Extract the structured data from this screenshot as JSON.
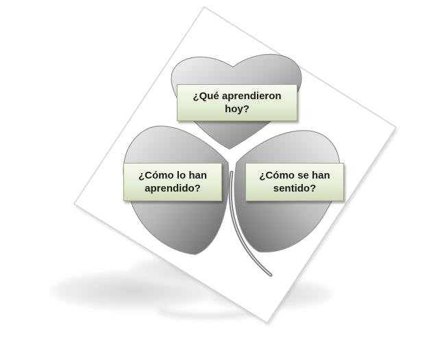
{
  "diagram": {
    "nodes": [
      {
        "id": "top",
        "text": "¿Qué aprendieron hoy?"
      },
      {
        "id": "left",
        "text": "¿Cómo lo han aprendido?"
      },
      {
        "id": "right",
        "text": "¿Cómo se han sentido?"
      }
    ]
  },
  "colors": {
    "box_fill_top": "#f6faee",
    "box_fill_bottom": "#cfdcb9",
    "box_border": "#9aa88a",
    "leaf_light": "#f4f4f4",
    "leaf_dark": "#6a6a6a"
  }
}
